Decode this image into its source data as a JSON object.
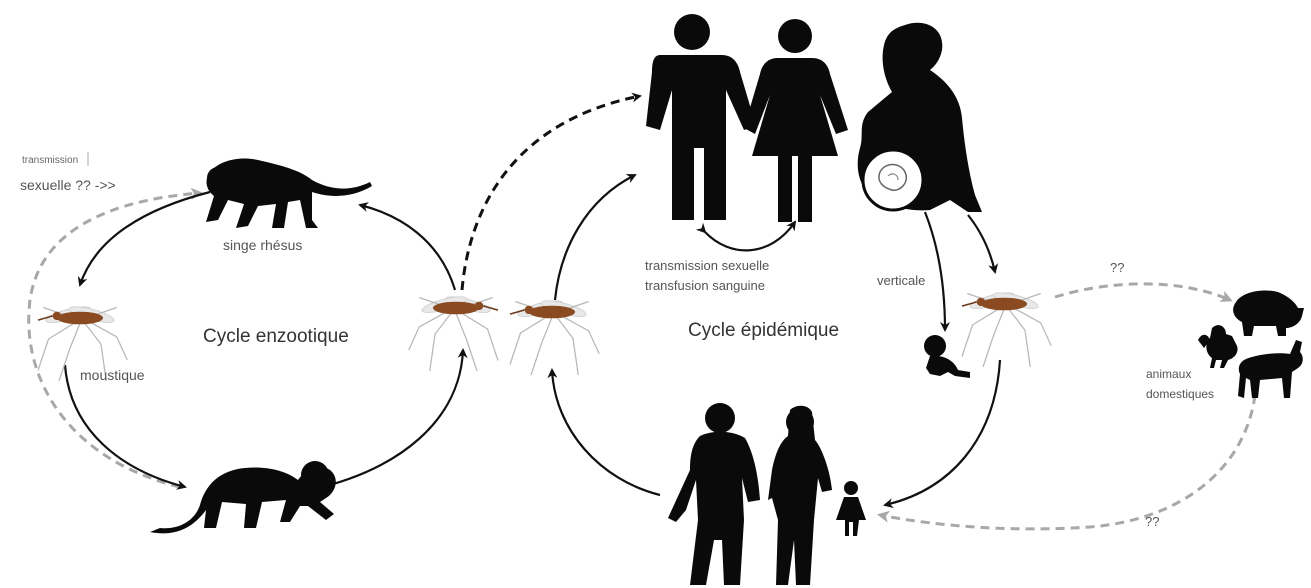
{
  "labels": {
    "transmission_small": "transmission",
    "sexuelle_arrow": "sexuelle ?? ->>",
    "singe": "singe rhésus",
    "moustique": "moustique",
    "cycle_enzootique": "Cycle enzootique",
    "cycle_epidemique": "Cycle épidémique",
    "transmission_sexuelle": "transmission sexuelle",
    "transfusion_sanguine": "transfusion sanguine",
    "verticale": "verticale",
    "qq_top": "??",
    "animaux": "animaux",
    "domestiques": "domestiques",
    "qq_bottom": "??"
  },
  "colors": {
    "silhouette": "#0a0a0a",
    "arrow_solid": "#111111",
    "arrow_dashed_grey": "#a8a8a8",
    "mosquito_body": "#8a4a22"
  }
}
